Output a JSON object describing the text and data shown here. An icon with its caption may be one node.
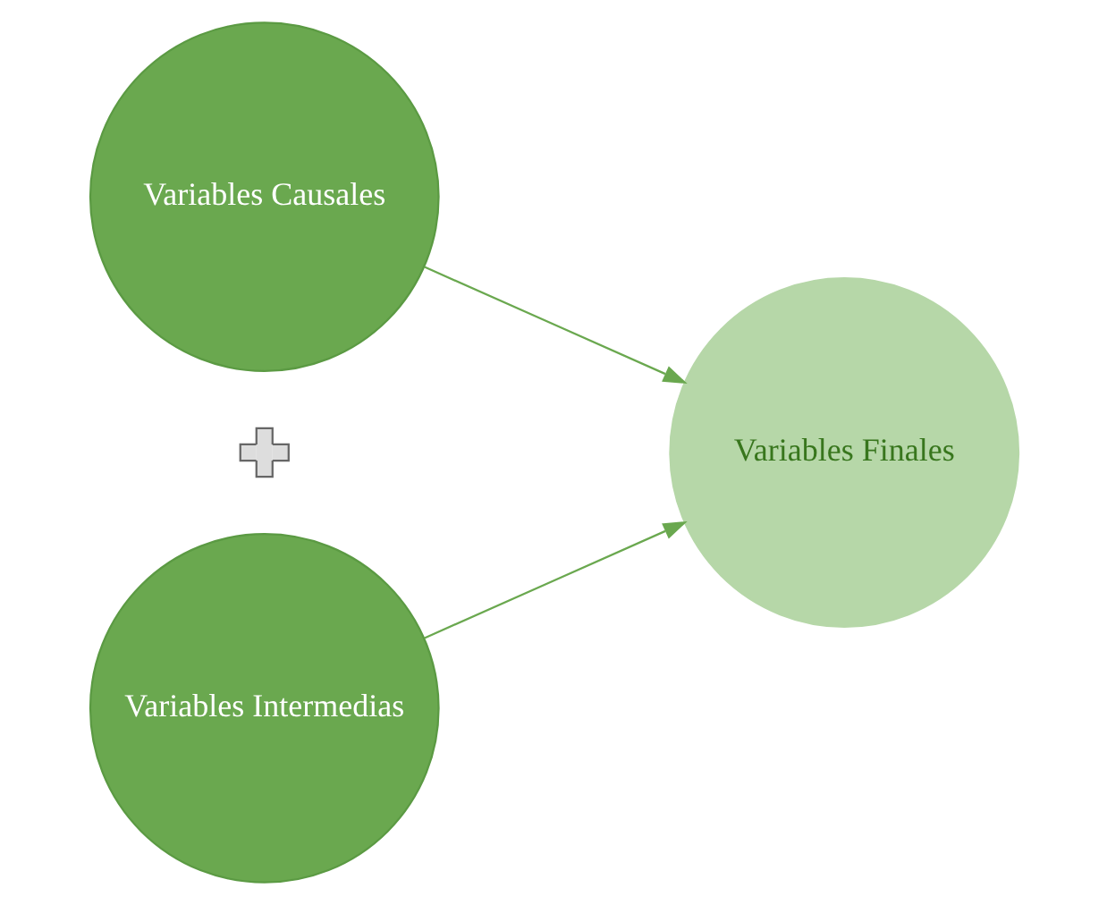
{
  "diagram": {
    "nodes": [
      {
        "text": [
          "Variables Causales"
        ]
      },
      {
        "text": [],
        "shape": "plus"
      },
      {
        "text": [
          "Variables Intermedias"
        ]
      },
      {
        "text": [
          "Variables Finales"
        ]
      }
    ],
    "edges": [
      {
        "from": 0,
        "to": 3,
        "arrow": "to"
      },
      {
        "from": 2,
        "to": 3,
        "arrow": "to"
      }
    ]
  }
}
